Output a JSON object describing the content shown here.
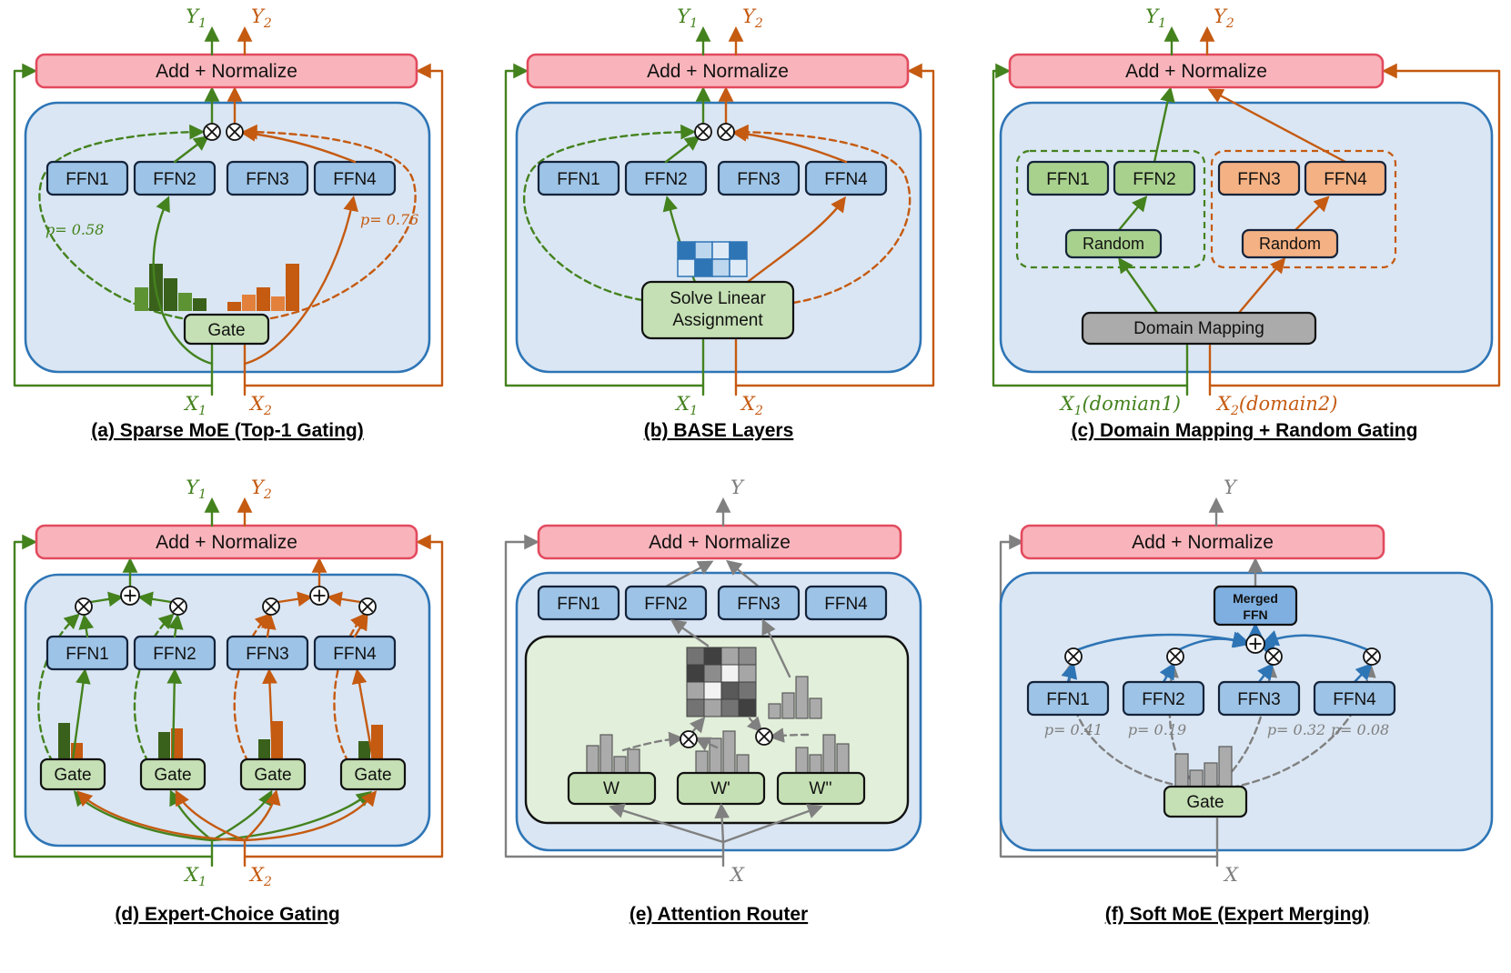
{
  "shared": {
    "add_normalize": "Add + Normalize",
    "ffn": [
      "FFN1",
      "FFN2",
      "FFN3",
      "FFN4"
    ],
    "gate": "Gate",
    "y1": {
      "base": "Y",
      "sub": "1"
    },
    "y2": {
      "base": "Y",
      "sub": "2"
    },
    "x1": {
      "base": "X",
      "sub": "1"
    },
    "x2": {
      "base": "X",
      "sub": "2"
    },
    "x": "X",
    "y": "Y"
  },
  "icons": {
    "otimes": "⊗",
    "oplus": "⊕"
  },
  "colors": {
    "green": "#44821E",
    "orange": "#C55A11",
    "gray": "#808080",
    "blue": "#2E75B6",
    "add_bar_fill": "#F9B4BB",
    "add_bar_border": "#E24A5E",
    "panel_fill": "#DAE6F3",
    "panel_border": "#2E75B6",
    "ffn_blue": "#9DC3E6",
    "gate_green": "#C5E0B4",
    "attention_area_green": "#E2EFDA",
    "expert_green": "#A9D18E",
    "expert_orange": "#F4B183",
    "domain_gray": "#ABABAB",
    "merged_ffn_blue": "#7EAFE0"
  },
  "panel_a": {
    "caption": "(a) Sparse MoE (Top-1 Gating)",
    "p_left": "p= 0.58",
    "p_right": "p= 0.76"
  },
  "panel_b": {
    "caption": "(b) BASE Layers",
    "solver_line1": "Solve Linear",
    "solver_line2": "Assignment",
    "matrix": [
      [
        "#2E75B6",
        "#BDD7EE",
        "#DEEBF7",
        "#2E75B6"
      ],
      [
        "#DEEBF7",
        "#2E75B6",
        "#BDD7EE",
        "#DEEBF7"
      ]
    ]
  },
  "panel_c": {
    "caption": "(c) Domain Mapping + Random Gating",
    "random": "Random",
    "domain_mapping": "Domain Mapping",
    "x1": {
      "base": "X",
      "sub": "1",
      "rest": "(domian1)"
    },
    "x2": {
      "base": "X",
      "sub": "2",
      "rest": "(domain2)"
    }
  },
  "panel_d": {
    "caption": "(d) Expert-Choice Gating"
  },
  "panel_e": {
    "caption": "(e) Attention Router",
    "w": [
      "W",
      "W'",
      "W''"
    ],
    "matrix": [
      [
        "#737373",
        "#404040",
        "#A6A6A6",
        "#8C8C8C"
      ],
      [
        "#404040",
        "#8C8C8C",
        "#F2F2F2",
        "#A6A6A6"
      ],
      [
        "#A6A6A6",
        "#F2F2F2",
        "#595959",
        "#737373"
      ],
      [
        "#737373",
        "#A6A6A6",
        "#737373",
        "#404040"
      ]
    ]
  },
  "panel_f": {
    "caption": "(f) Soft MoE (Expert Merging)",
    "merged_line1": "Merged",
    "merged_line2": "FFN",
    "p": [
      "p= 0.41",
      "p= 0.19",
      "p= 0.32",
      "p= 0.08"
    ]
  }
}
